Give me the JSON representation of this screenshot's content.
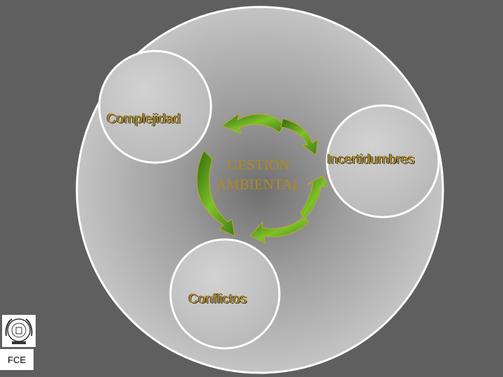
{
  "diagram": {
    "center": {
      "line1": "GESTIÓN",
      "line2": "AMBIENTAL"
    },
    "nodes": {
      "complejidad": "Complejidad",
      "incertidumbres": "Incertidumbres",
      "conflictos": "Conflictos"
    }
  },
  "footer": {
    "logo_icon": "institution-seal-icon",
    "label": "FCE"
  },
  "colors": {
    "background": "#5f5f5f",
    "big_circle": "#bdbdbd",
    "small_circle": "#c7c7c7",
    "label_text": "#c99a1e",
    "arrow_green": "#5ea51d",
    "arrow_green_dark": "#2d5e0b"
  }
}
